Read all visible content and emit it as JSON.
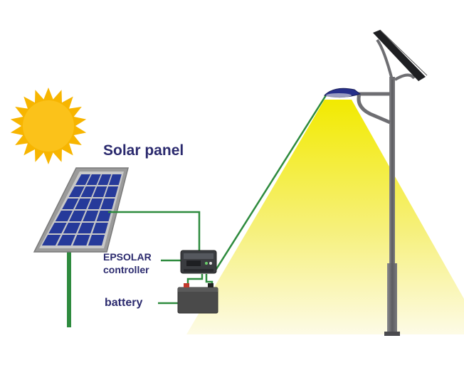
{
  "labels": {
    "solar_panel": "Solar panel",
    "controller_line1": "EPSOLAR",
    "controller_line2": "controller",
    "battery": "battery"
  },
  "colors": {
    "background": "#ffffff",
    "sun": "#f7b500",
    "light_beam": "#f5ee1e",
    "wire": "#2e8b3e",
    "panel_cell": "#263a9a",
    "panel_frame": "#9a9a9a",
    "pole": "#6e6e72",
    "battery": "#4a4a4a",
    "controller": "#3a3c40",
    "label_text": "#2b2a6e"
  },
  "icons": [
    "sun-icon",
    "solar-panel-icon",
    "controller-icon",
    "battery-icon",
    "street-lamp-icon",
    "lamp-solar-module-icon"
  ]
}
